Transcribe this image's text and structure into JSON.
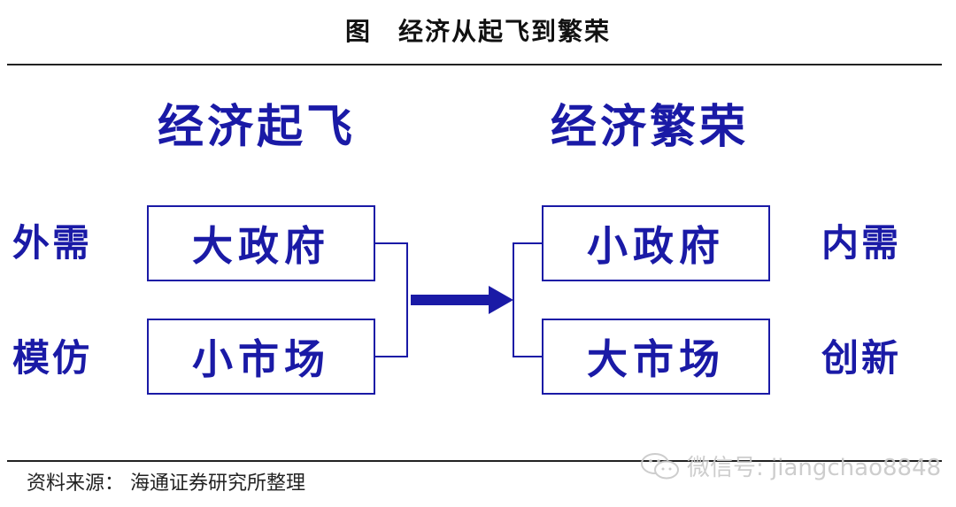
{
  "figure": {
    "label": "图",
    "title": "经济从起飞到繁荣"
  },
  "left": {
    "heading": "经济起飞",
    "side_top": "外需",
    "side_bottom": "模仿",
    "box_top": "大政府",
    "box_bottom": "小市场"
  },
  "right": {
    "heading": "经济繁荣",
    "side_top": "内需",
    "side_bottom": "创新",
    "box_top": "小政府",
    "box_bottom": "大市场"
  },
  "source": "资料来源： 海通证券研究所整理",
  "watermark": {
    "icon": "wechat-icon",
    "text": "微信号: jiangchao8848"
  },
  "colors": {
    "diagram": "#1a1aa6",
    "rule": "#222222",
    "watermark": "#c8c8c8"
  }
}
